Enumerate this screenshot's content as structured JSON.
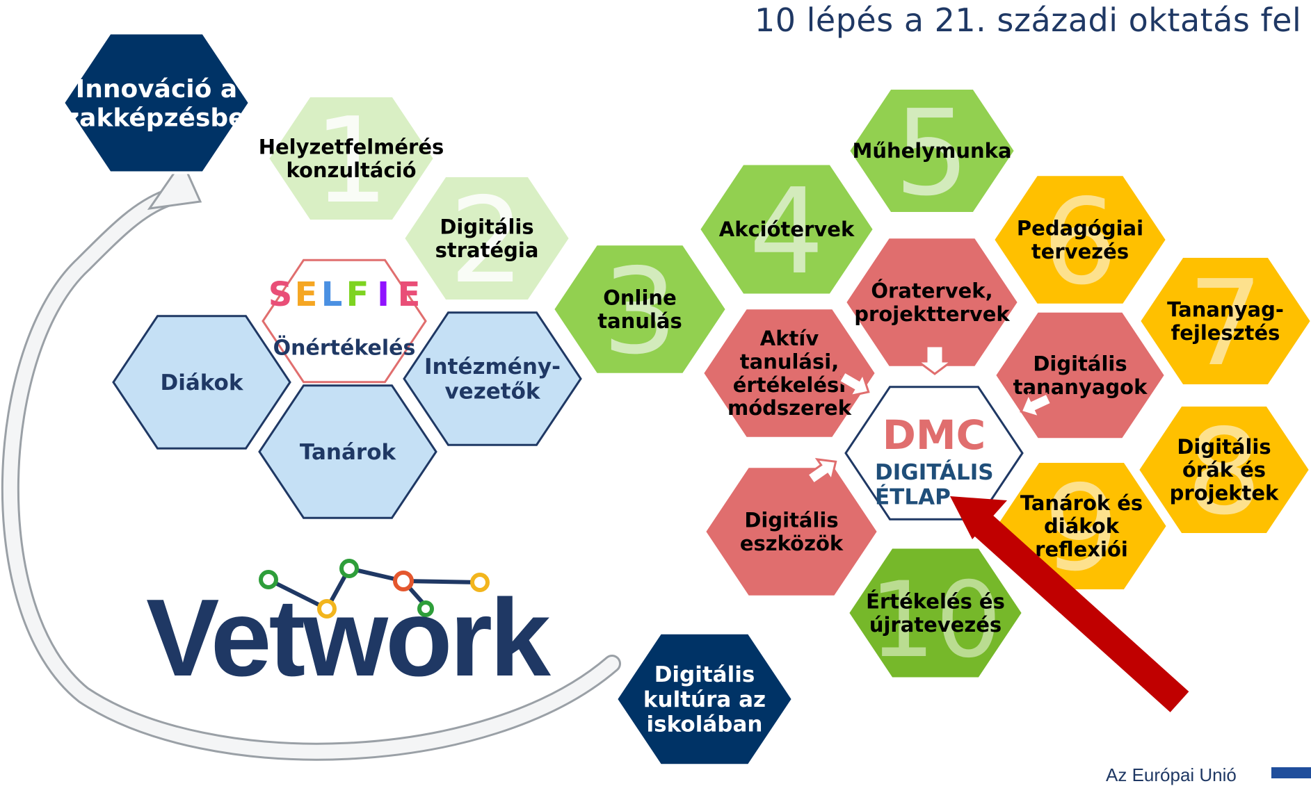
{
  "header": {
    "title": "10 lépés a 21. századi oktatás fel"
  },
  "colors": {
    "navy": "#003366",
    "light_green": "#d9efc4",
    "green": "#92d050",
    "dark_green": "#76b82a",
    "light_blue": "#c5e0f5",
    "salmon": "#e06e6e",
    "yellow": "#ffc000",
    "dmc_red": "#e06e6e",
    "dmc_blue": "#1f4e79",
    "arrow_red": "#c00000"
  },
  "hexagons": {
    "innovacio": {
      "lines": [
        "Innováció a",
        "szakképzésben"
      ]
    },
    "step1": {
      "number": "1",
      "lines": [
        "Helyzetfelmérés",
        "konzultáció"
      ]
    },
    "step2": {
      "number": "2",
      "lines": [
        "Digitális",
        "stratégia"
      ]
    },
    "selfie": {
      "logo": "SELFIE",
      "lines": [
        "Önértékelés"
      ]
    },
    "diakok": {
      "lines": [
        "Diákok"
      ]
    },
    "tanarok": {
      "lines": [
        "Tanárok"
      ]
    },
    "intezmeny": {
      "lines": [
        "Intézmény-",
        "vezetők"
      ]
    },
    "step3": {
      "number": "3",
      "lines": [
        "Online",
        "tanulás"
      ]
    },
    "step4": {
      "number": "4",
      "lines": [
        "Akciótervek"
      ]
    },
    "step5": {
      "number": "5",
      "lines": [
        "Műhelymunka"
      ]
    },
    "step6": {
      "number": "6",
      "lines": [
        "Pedagógiai",
        "tervezés"
      ]
    },
    "step7": {
      "number": "7",
      "lines": [
        "Tananyag-",
        "fejlesztés"
      ]
    },
    "step8": {
      "number": "8",
      "lines": [
        "Digitális",
        "órák és",
        "projektek"
      ]
    },
    "step9": {
      "number": "9",
      "lines": [
        "Tanárok és",
        "diákok",
        "reflexiói"
      ]
    },
    "step10": {
      "number": "10",
      "lines": [
        "Értékelés és",
        "újratevezés"
      ]
    },
    "oratervek": {
      "lines": [
        "Óratervek,",
        "projekttervek"
      ]
    },
    "aktiv": {
      "lines": [
        "Aktív",
        "tanulási,",
        "értékelési",
        "módszerek"
      ]
    },
    "tananyagok": {
      "lines": [
        "Digitális",
        "tananyagok"
      ]
    },
    "eszkozok": {
      "lines": [
        "Digitális",
        "eszközök"
      ]
    },
    "dmc": {
      "logo": "DMC",
      "lines": [
        "DIGITÁLIS",
        "ÉTLAP"
      ]
    },
    "kultura": {
      "lines": [
        "Digitális",
        "kultúra az",
        "iskolában"
      ]
    }
  },
  "logo": {
    "text": "Vetwork"
  },
  "footer": {
    "eu_text": "Az Európai Unió"
  }
}
